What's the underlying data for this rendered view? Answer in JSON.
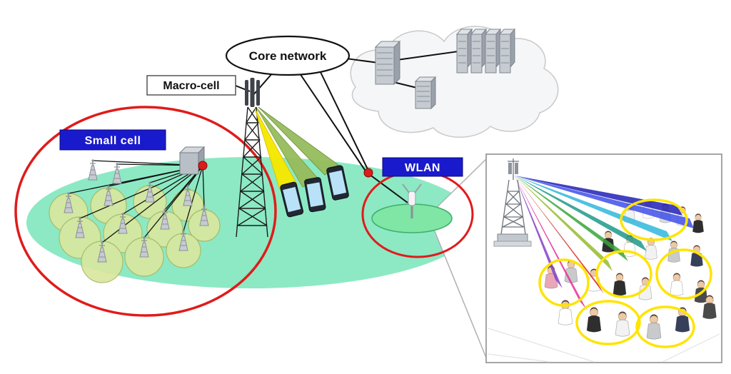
{
  "diagram": {
    "labels": {
      "core_network": "Core network",
      "macro_cell": "Macro-cell",
      "small_cell": "Small cell",
      "wlan": "WLAN"
    },
    "colors": {
      "label_blue": "#1a1acd",
      "highlight_red": "#e01b1b",
      "ground_green": "#8ce9c4",
      "cell_green": "#d9e79f",
      "wlan_green": "#7fe6a6",
      "beam_yellow": "#f6e800",
      "beam_green": "#97bd5e",
      "inset_beams": [
        "#2020b8",
        "#4050e8",
        "#30b8dc",
        "#1f9a8a",
        "#3aa53a",
        "#96bb2f",
        "#d92222",
        "#e83096",
        "#8640c8"
      ]
    }
  }
}
